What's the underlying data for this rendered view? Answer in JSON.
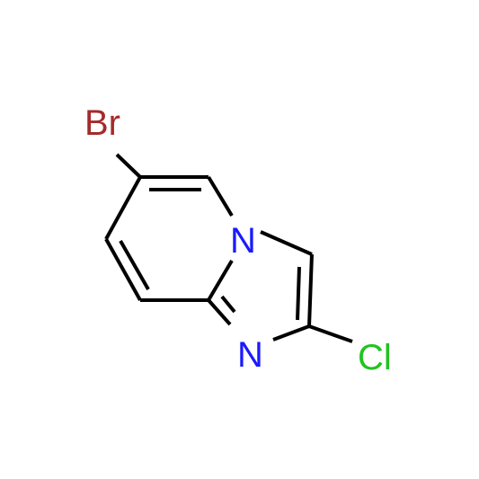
{
  "molecule": {
    "atoms": {
      "bromine": {
        "label": "Br",
        "color": "#a52a2a"
      },
      "bridge_nitrogen": {
        "label": "N",
        "color": "#1a1aff"
      },
      "imine_nitrogen": {
        "label": "N",
        "color": "#1a1aff"
      },
      "chlorine": {
        "label": "Cl",
        "color": "#22c21f"
      }
    },
    "bond_color": "#000000"
  }
}
